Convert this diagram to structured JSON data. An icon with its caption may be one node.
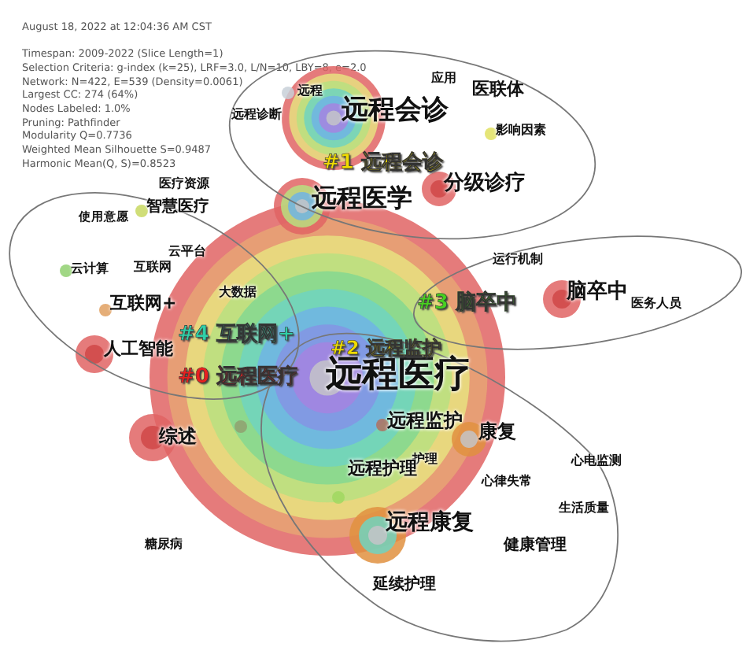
{
  "diagram": {
    "nodes": [
      {
        "text": [
          "#1 远程会诊"
        ]
      },
      {
        "text": [
          "远程"
        ],
        "in": 0
      },
      {
        "text": [
          "远程诊断"
        ],
        "in": 0
      },
      {
        "text": [
          "远程会诊"
        ],
        "in": 0
      },
      {
        "text": [
          "应用"
        ],
        "in": 0
      },
      {
        "text": [
          "医联体"
        ],
        "in": 0
      },
      {
        "text": [
          "影响因素"
        ],
        "in": 0
      },
      {
        "text": [
          "分级诊疗"
        ],
        "in": 0
      },
      {
        "text": [
          "远程医学"
        ],
        "in": 0
      },
      {
        "text": [
          "医疗资源"
        ]
      },
      {
        "text": [
          "#4 互联网+"
        ]
      },
      {
        "text": [
          "智慧医疗"
        ],
        "in": 10
      },
      {
        "text": [
          "使用意愿"
        ],
        "in": 10
      },
      {
        "text": [
          "云平台"
        ],
        "in": 10
      },
      {
        "text": [
          "云计算"
        ],
        "in": 10
      },
      {
        "text": [
          "互联网"
        ],
        "in": 10
      },
      {
        "text": [
          "大数据"
        ],
        "in": 10
      },
      {
        "text": [
          "互联网+"
        ],
        "in": 10
      },
      {
        "text": [
          "人工智能"
        ],
        "in": 10
      },
      {
        "text": [
          "#3 脑卒中"
        ]
      },
      {
        "text": [
          "运行机制"
        ],
        "in": 19
      },
      {
        "text": [
          "脑卒中"
        ],
        "in": 19
      },
      {
        "text": [
          "医务人员"
        ],
        "in": 19
      },
      {
        "text": [
          "#2 远程监护"
        ]
      },
      {
        "text": [
          "远程医疗"
        ],
        "in": 23
      },
      {
        "text": [
          "远程监护"
        ],
        "in": 23
      },
      {
        "text": [
          "康复"
        ],
        "in": 23
      },
      {
        "text": [
          "护理"
        ],
        "in": 23
      },
      {
        "text": [
          "远程护理"
        ],
        "in": 23
      },
      {
        "text": [
          "心电监测"
        ],
        "in": 23
      },
      {
        "text": [
          "心律失常"
        ],
        "in": 23
      },
      {
        "text": [
          "生活质量"
        ],
        "in": 23
      },
      {
        "text": [
          "远程康复"
        ],
        "in": 23
      },
      {
        "text": [
          "健康管理"
        ],
        "in": 23
      },
      {
        "text": [
          "延续护理"
        ],
        "in": 23
      },
      {
        "text": [
          "综述"
        ]
      },
      {
        "text": [
          "糖尿病"
        ]
      }
    ],
    "edges": [],
    "labels": [
      "August 18, 2022 at 12:04:36 AM CST",
      "Timespan: 2009-2022 (Slice Length=1)",
      "Selection Criteria: g-index (k=25), LRF=3.0, L/N=10, LBY=8, e=2.0",
      "Network: N=422, E=539 (Density=0.0061)",
      "Largest CC: 274 (64%)",
      "Nodes Labeled: 1.0%",
      "Pruning: Pathfinder",
      "Modularity Q=0.7736",
      "Weighted Mean Silhouette S=0.9487",
      "Harmonic Mean(Q, S)=0.8523",
      "#0 远程医疗"
    ]
  }
}
